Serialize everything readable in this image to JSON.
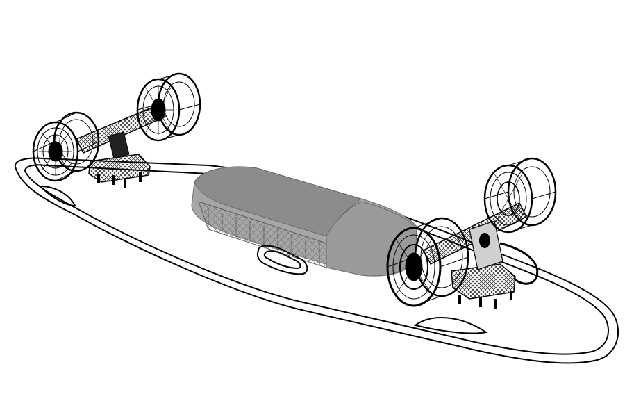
{
  "image": {
    "subject": "electric-longboard-wireframe",
    "background_color": "#ffffff",
    "line_color": "#000000",
    "battery_enclosure_color": "#8c8c8c",
    "battery_enclosure_light_color": "#a6a6a6",
    "components": [
      {
        "id": "deck",
        "kind": "deck-outline"
      },
      {
        "id": "front-truck",
        "kind": "truck-assembly"
      },
      {
        "id": "rear-truck",
        "kind": "truck-assembly-with-motor"
      },
      {
        "id": "battery-enclosure",
        "kind": "enclosure"
      },
      {
        "id": "carry-handle",
        "kind": "handle-slot"
      }
    ]
  }
}
